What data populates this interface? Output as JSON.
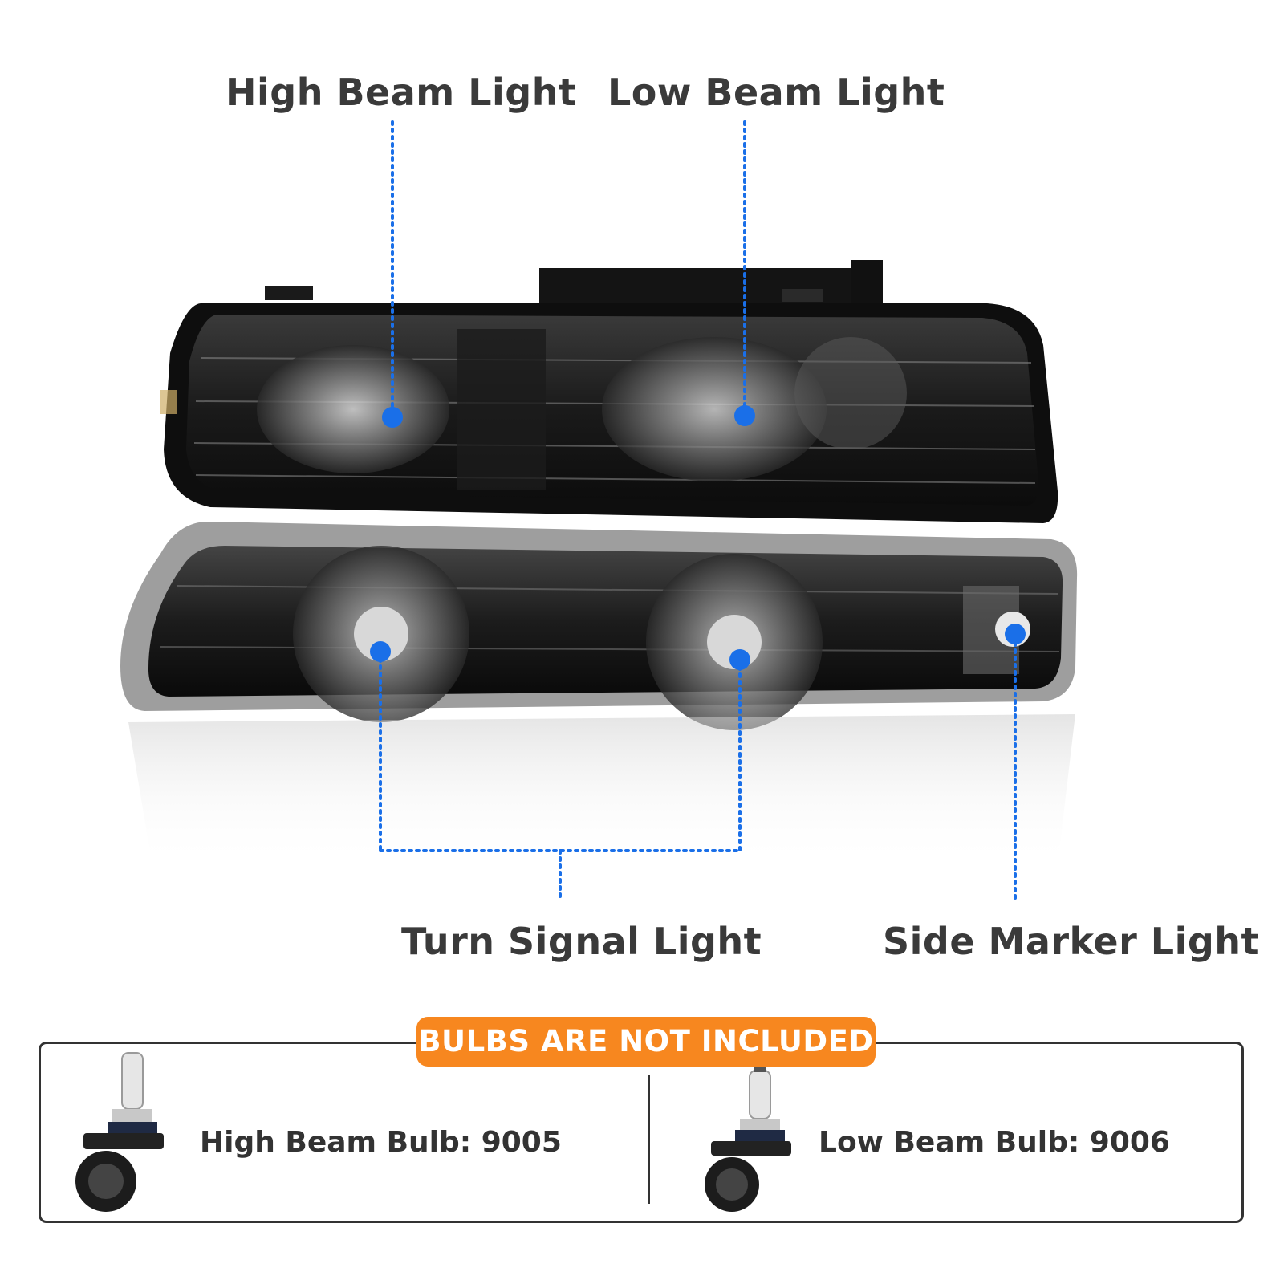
{
  "callouts": {
    "high_beam_light": "High Beam Light",
    "low_beam_light": "Low Beam Light",
    "turn_signal_light": "Turn Signal Light",
    "side_marker_light": "Side Marker Light"
  },
  "notice": {
    "text": "BULBS ARE NOT INCLUDED"
  },
  "bulbs": {
    "high_beam": "High Beam Bulb: 9005",
    "low_beam": "Low Beam Bulb: 9006"
  },
  "colors": {
    "callout_blue": "#1a6fe8",
    "notice_orange": "#f7871f",
    "text_dark": "#3a3a3a"
  }
}
